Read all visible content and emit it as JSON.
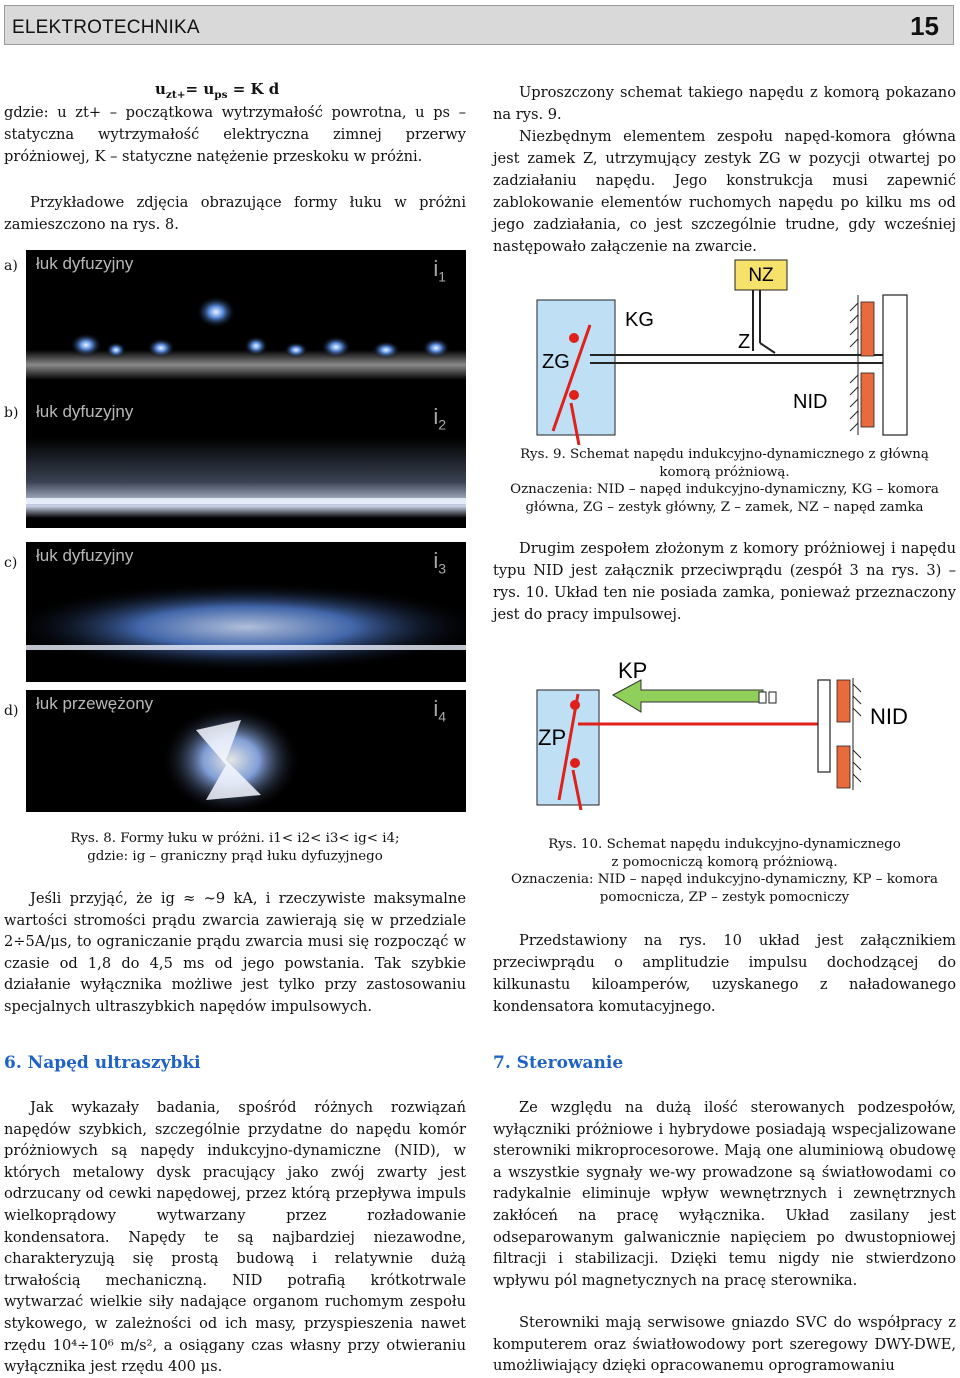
{
  "header": {
    "title": "ELEKTROTECHNIKA",
    "page_number": "15"
  },
  "formula": {
    "lhs": "u",
    "lhs_sub": "zt+",
    "eq": "= u",
    "mid_sub": "ps",
    "rhs": " = K d"
  },
  "left_text": {
    "p_where": "gdzie: u zt+ – początkowa wytrzymałość powrotna, u ps – statyczna wytrzymałość elektryczna zimnej przerwy próżniowej, K – statyczne natężenie przeskoku w próżni.",
    "p_photos": "Przykładowe zdjęcia obrazujące formy łuku w próżni zamieszczono na rys. 8."
  },
  "photos": [
    {
      "label": "a)",
      "title": "łuk dyfuzyjny",
      "current": "i",
      "current_sub": "1"
    },
    {
      "label": "b)",
      "title": "łuk dyfuzyjny",
      "current": "i",
      "current_sub": "2"
    },
    {
      "label": "c)",
      "title": "łuk dyfuzyjny",
      "current": "i",
      "current_sub": "3"
    },
    {
      "label": "d)",
      "title": "łuk przewężony",
      "current": "i",
      "current_sub": "4"
    }
  ],
  "fig8_caption": {
    "line1": "Rys. 8. Formy łuku w próżni. i1< i2< i3< ig< i4;",
    "line2": "gdzie: ig – graniczny prąd łuku dyfuzyjnego"
  },
  "left_text2": {
    "p_ig": "Jeśli przyjąć, że ig ≈ ~9 kA, i rzeczywiste maksymalne wartości stromości prądu zwarcia zawierają się w przedziale 2÷5A/μs, to ograniczanie prądu zwarcia musi się rozpocząć w czasie od 1,8 do 4,5 ms od jego powstania. Tak szybkie działanie wyłącznika możliwe jest tylko przy zastosowaniu specjalnych ultraszybkich napędów impulsowych."
  },
  "section6": {
    "heading": "6. Napęd ultraszybki",
    "body": "Jak wykazały badania, spośród różnych rozwiązań napędów szybkich, szczególnie przydatne do napędu komór próżniowych są napędy indukcyjno-dynamiczne (NID), w których metalowy dysk pracujący jako zwój zwarty jest odrzucany od cewki napędowej, przez którą przepływa impuls wielkoprądowy wytwarzany przez rozładowanie kondensatora. Napędy te są najbardziej niezawodne, charakteryzują się prostą budową i relatywnie dużą trwałością mechaniczną. NID potrafią krótkotrwale wytwarzać wielkie siły nadające organom ruchomym zespołu stykowego, w zależności od ich masy, przyspieszenia nawet rzędu 10⁴÷10⁶ m/s², a osiągany czas własny przy otwieraniu wyłącznika jest rzędu 400 μs."
  },
  "right_text": {
    "p1": "Uproszczony schemat takiego napędu z komorą pokazano na rys. 9.",
    "p2": "Niezbędnym elementem zespołu napęd-komora główna jest zamek Z, utrzymujący zestyk ZG w pozycji otwartej po zadziałaniu napędu. Jego konstrukcja musi zapewnić zablokowanie elementów ruchomych napędu po kilku ms od jego zadziałania, co jest szczególnie trudne, gdy wcześniej następowało załączenie na zwarcie."
  },
  "fig9": {
    "labels": {
      "nz": "NZ",
      "kg": "KG",
      "z": "Z",
      "zg": "ZG",
      "nid": "NID"
    },
    "caption": [
      "Rys. 9. Schemat napędu indukcyjno-dynamicznego z główną",
      "komorą próżniową.",
      "Oznaczenia: NID – napęd indukcyjno-dynamiczny, KG – komora",
      "główna, ZG – zestyk główny, Z – zamek, NZ – napęd zamka"
    ],
    "colors": {
      "chamber": "#bfe0f4",
      "contact": "#e0201a",
      "nz_box": "#f6e26a",
      "coil": "#e96a3a"
    }
  },
  "right_text2": {
    "p3": "Drugim zespołem złożonym z komory próżniowej i napędu typu NID jest załącznik przeciwprądu (zespół 3 na rys. 3) – rys. 10. Układ ten nie posiada zamka, ponieważ przeznaczony jest do pracy impulsowej."
  },
  "fig10": {
    "labels": {
      "kp": "KP",
      "zp": "ZP",
      "nid": "NID"
    },
    "caption": [
      "Rys. 10. Schemat napędu indukcyjno-dynamicznego",
      "z pomocniczą komorą próżniową.",
      "Oznaczenia: NID – napęd indukcyjno-dynamiczny, KP – komora",
      "pomocnicza, ZP – zestyk pomocniczy"
    ],
    "colors": {
      "arrow": "#8fcf5a"
    }
  },
  "right_text3": {
    "p4": "Przedstawiony na rys. 10 układ jest załącznikiem przeciwprądu o amplitudzie impulsu dochodzącej do kilkunastu kiloamperów, uzyskanego z naładowanego kondensatora komutacyjnego."
  },
  "section7": {
    "heading": "7. Sterowanie",
    "body1": "Ze względu na dużą ilość sterowanych podzespołów, wyłączniki próżniowe i hybrydowe posiadają wspecjalizowane sterowniki mikroprocesorowe. Mają one aluminiową obudowę a wszystkie sygnały we-wy prowadzone są światłowodami co radykalnie eliminuje wpływ wewnętrznych i zewnętrznych zakłóceń na pracę wyłącznika. Układ zasilany jest odseparowanym galwanicznie napięciem po dwustopniowej filtracji i stabilizacji. Dzięki temu nigdy nie stwierdzono wpływu pól magnetycznych na pracę sterownika.",
    "body2": "Sterowniki mają serwisowe gniazdo SVC do współpracy z komputerem oraz światłowodowy port szeregowy DWY-DWE, umożliwiający dzięki opracowanemu oprogramowaniu"
  }
}
